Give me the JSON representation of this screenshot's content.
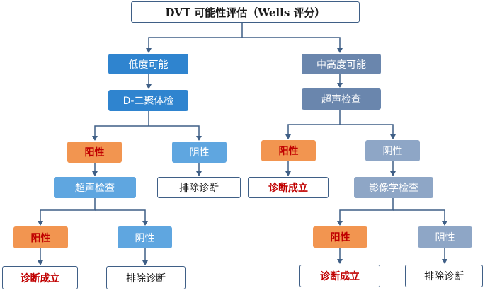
{
  "diagram": {
    "colors": {
      "line": "#3f5f86",
      "low_branch": "#2f84cf",
      "low_branch_light": "#5fa6e0",
      "high_branch": "#6a86ad",
      "high_branch_light": "#8ea6c6",
      "positive": "#f29550",
      "emphasis_text": "#c00000"
    },
    "title": "DVT 可能性评估（Wells 评分）",
    "left": {
      "label": "低度可能",
      "test": "D-二聚体检",
      "positive": "阳性",
      "negative": "阴性",
      "negative_result": "排除诊断",
      "second_test": "超声检查",
      "second_positive": "阳性",
      "second_negative": "阴性",
      "second_positive_result": "诊断成立",
      "second_negative_result": "排除诊断"
    },
    "right": {
      "label": "中高度可能",
      "test": "超声检查",
      "positive": "阳性",
      "positive_result": "诊断成立",
      "negative": "阴性",
      "second_test": "影像学检查",
      "second_positive": "阳性",
      "second_negative": "阴性",
      "second_positive_result": "诊断成立",
      "second_negative_result": "排除诊断"
    }
  }
}
